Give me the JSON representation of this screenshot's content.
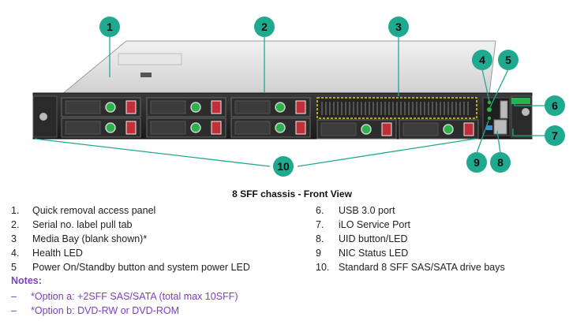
{
  "caption": "8 SFF chassis - Front View",
  "callouts": [
    "1",
    "2",
    "3",
    "4",
    "5",
    "6",
    "7",
    "8",
    "9",
    "10"
  ],
  "legend_left": [
    {
      "num": "1.",
      "text": "Quick removal access panel"
    },
    {
      "num": "2.",
      "text": "Serial no. label pull tab"
    },
    {
      "num": "3",
      "text": "Media Bay (blank shown)*"
    },
    {
      "num": "4.",
      "text": "Health LED"
    },
    {
      "num": "5",
      "text": "Power On/Standby button and system power LED"
    }
  ],
  "legend_right": [
    {
      "num": "6.",
      "text": "USB 3.0 port"
    },
    {
      "num": "7.",
      "text": "iLO Service Port"
    },
    {
      "num": "8.",
      "text": "UID button/LED"
    },
    {
      "num": "9",
      "text": "NIC Status LED"
    },
    {
      "num": "10.",
      "text": "Standard 8 SFF SAS/SATA drive bays"
    }
  ],
  "notes_title": "Notes:",
  "notes": [
    {
      "dash": "–",
      "text": "*Option a: +2SFF SAS/SATA (total max 10SFF)"
    },
    {
      "dash": "–",
      "text": "*Option b: DVD-RW or DVD-ROM"
    }
  ],
  "colors": {
    "callout_fill": "#1fa98f",
    "callout_line": "#1fa98f",
    "notes": "#7b3fbf",
    "drive_led": "#2bb24c",
    "drive_latch": "#c0303a",
    "media_bay_outline": "#e0d020"
  }
}
